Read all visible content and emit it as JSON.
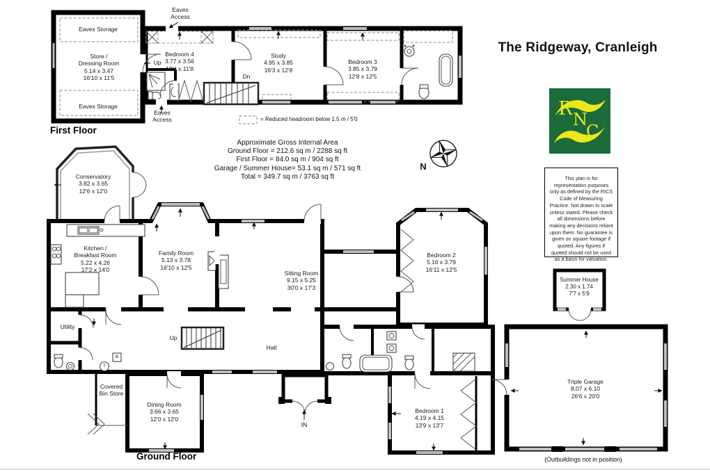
{
  "title": "The Ridgeway, Cranleigh",
  "logo": {
    "letters": {
      "r": "R",
      "n": "N",
      "c": "C"
    },
    "bg_color": "#1b6b3b",
    "accent_color": "#ece71d"
  },
  "disclaimer": "This plan is for representation purposes only as defined by the RICS Code of Measuring Practice. Not drawn to scale unless stated. Please check all dimensions before making any decisions reliant upon them. No guarantee is given on square footage if quoted. Any figures if quoted should not be used as a basis for valuation.",
  "area_summary": {
    "heading": "Approximate Gross Internal Area",
    "lines": [
      "Ground Floor = 212.6 sq m / 2288 sq ft",
      "First Floor = 84.0 sq m / 904 sq ft",
      "Garage / Summer House= 53.1 sq m / 571 sq ft",
      "Total = 349.7 sq m / 3763 sq ft"
    ]
  },
  "floor_labels": {
    "first": "First Floor",
    "ground": "Ground Floor"
  },
  "legend": {
    "reduced_headroom": "= Reduced headroom below 1.5 m / 5'0"
  },
  "compass": {
    "north": "N"
  },
  "notes": {
    "outbuildings": "(Outbuildings not in position)"
  },
  "plan_labels": {
    "up": "Up",
    "down": "Dn",
    "entrance": "IN",
    "eaves_access": "Eaves Access",
    "eaves_storage": "Eaves Storage",
    "utility": "Utility",
    "hall": "Hall",
    "bin_store_line1": "Covered",
    "bin_store_line2": "Bin Store",
    "tank": "T",
    "boiler": "B"
  },
  "rooms": {
    "store": {
      "name": "Store /",
      "name2": "Dressing Room",
      "metric": "5.14 x 3.47",
      "imperial": "16'10 x 11'5"
    },
    "bedroom4": {
      "name": "Bedroom 4",
      "metric": "3.77 x 3.56",
      "imperial": "12'4 x 11'8"
    },
    "study": {
      "name": "Study",
      "metric": "4.95 x 3.85",
      "imperial": "16'3 x 12'8"
    },
    "bedroom3": {
      "name": "Bedroom 3",
      "metric": "3.85 x 3.79",
      "imperial": "12'8 x 12'5"
    },
    "conservatory": {
      "name": "Conservatory",
      "metric": "3.82 x 3.65",
      "imperial": "12'6 x 12'0"
    },
    "kitchen": {
      "name": "Kitchen /",
      "name2": "Breakfast Room",
      "metric": "5.22 x 4.26",
      "imperial": "17'2 x 14'0"
    },
    "family_room": {
      "name": "Family Room",
      "metric": "5.13 x 3.78",
      "imperial": "16'10 x 12'5"
    },
    "sitting_room": {
      "name": "Sitting Room",
      "metric": "9.15 x 5.25",
      "imperial": "30'0 x 17'3"
    },
    "bedroom2": {
      "name": "Bedroom 2",
      "metric": "5.16 x 3.79",
      "imperial": "16'11 x 12'5"
    },
    "bedroom1": {
      "name": "Bedroom 1",
      "metric": "4.19 x 4.15",
      "imperial": "13'9 x 13'7"
    },
    "dining_room": {
      "name": "Dining Room",
      "metric": "3.66 x 3.65",
      "imperial": "12'0 x 12'0"
    },
    "summer_house": {
      "name": "Summer House",
      "metric": "2.30 x 1.74",
      "imperial": "7'7 x 5'9"
    },
    "garage": {
      "name": "Triple Garage",
      "metric": "8.07 x 6.10",
      "imperial": "26'6 x 20'0"
    }
  }
}
